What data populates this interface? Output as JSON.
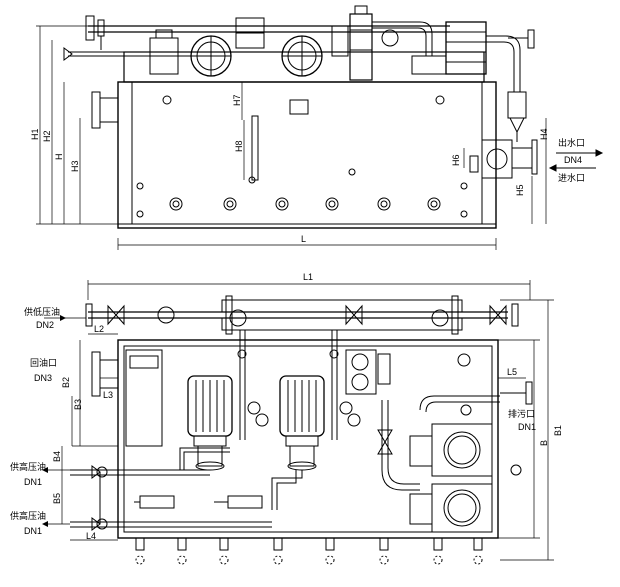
{
  "front_view": {
    "width_label": "L",
    "height_labels": {
      "h1": "H1",
      "h2": "H2",
      "h": "H",
      "h3": "H3",
      "h7": "H7",
      "h8": "H8",
      "h6": "H6",
      "h5": "H5",
      "h4": "H4"
    },
    "outlet_water": "出水口",
    "outlet_size": "DN4",
    "inlet_water": "进水口"
  },
  "plan_view": {
    "width_label": "L1",
    "l2": "L2",
    "l3": "L3",
    "l4": "L4",
    "l5": "L5",
    "b": "B",
    "b1": "B1",
    "b2": "B2",
    "b3": "B3",
    "b4": "B4",
    "b5": "B5",
    "low_pressure_oil": "供低压油",
    "low_pressure_size": "DN2",
    "return_oil": "回油口",
    "return_oil_size": "DN3",
    "high_pressure_oil_1": "供高压油",
    "high_pressure_size_1": "DN1",
    "high_pressure_oil_2": "供高压油",
    "high_pressure_size_2": "DN1",
    "drain": "排污口",
    "drain_size": "DN1"
  }
}
